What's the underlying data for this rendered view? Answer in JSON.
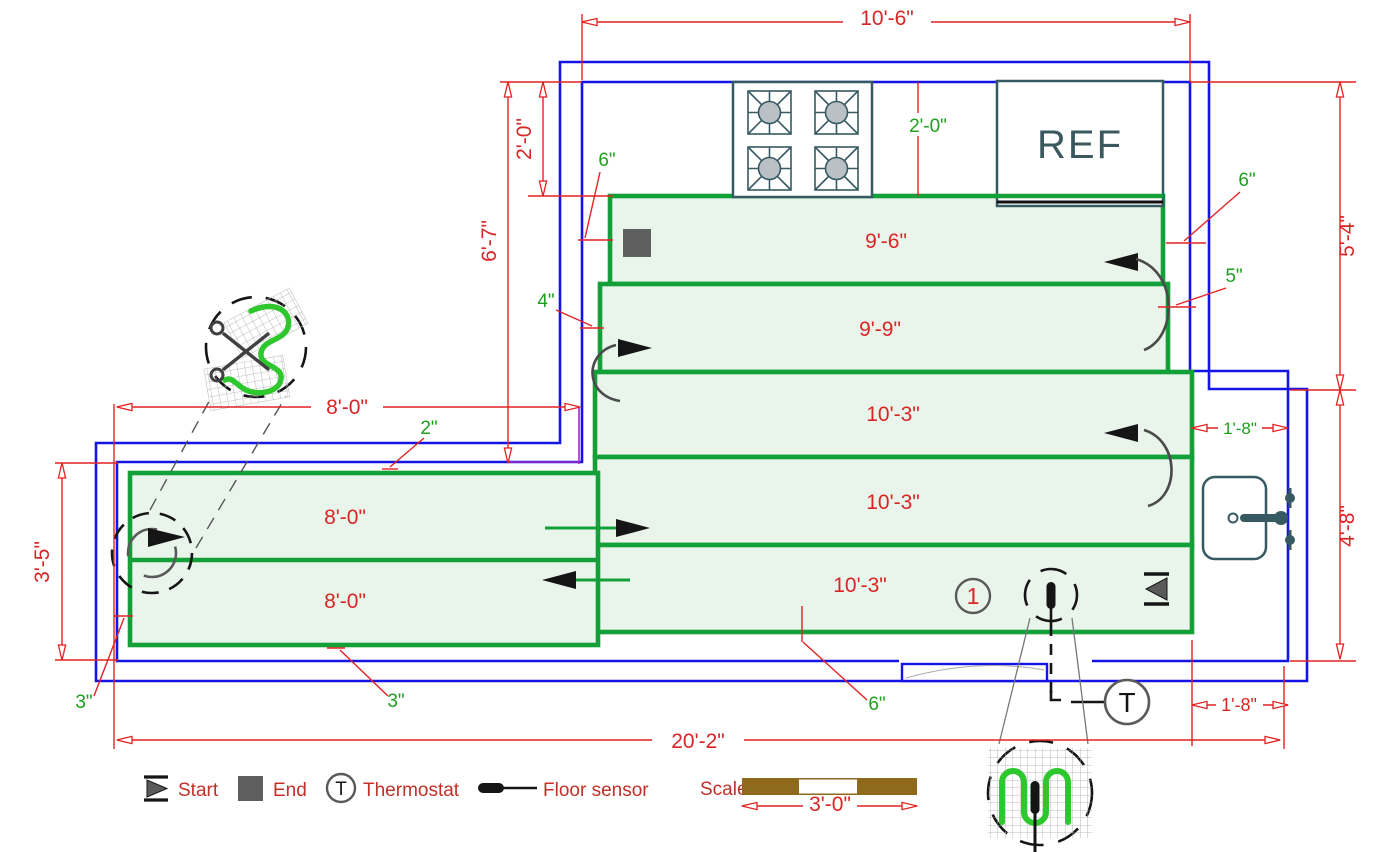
{
  "plan": {
    "appliances": {
      "refrigerator_label": "REF"
    },
    "dimensions": {
      "top_width": "10'-6\"",
      "counter_depth": "2'-0\"",
      "kitchen_height": "6'-7\"",
      "right_upper_height": "5'-4\"",
      "right_lower_height": "4'-8\"",
      "wing_height": "3'-5\"",
      "wing_width": "8'-0\"",
      "overall_width": "20'-2\"",
      "alcove_width_upper": "1'-8\"",
      "alcove_width_lower": "1'-8\"",
      "counter_gap": "2'-0\""
    },
    "offsets": {
      "row1_left": "6\"",
      "row1_right": "6\"",
      "row2_left": "4\"",
      "row2_right": "5\"",
      "wing_top": "2\"",
      "wing_left": "3\"",
      "wing_bottom": "3\"",
      "kitchen_bottom": "6\""
    },
    "mat_rows": {
      "kitchen": [
        {
          "label": "9'-6\""
        },
        {
          "label": "9'-9\""
        },
        {
          "label": "10'-3\""
        },
        {
          "label": "10'-3\""
        },
        {
          "label": "10'-3\""
        }
      ],
      "left_wing": [
        {
          "label": "8'-0\""
        },
        {
          "label": "8'-0\""
        }
      ]
    },
    "circuit_number": "1",
    "thermostat_symbol": "T"
  },
  "legend": {
    "start_label": "Start",
    "end_label": "End",
    "thermostat_label": "Thermostat",
    "thermostat_symbol": "T",
    "floor_sensor_label": "Floor sensor"
  },
  "scale_bar": {
    "label": "Scale",
    "length": "3'-0\""
  },
  "colors": {
    "wall": "#1414E6",
    "mat_border": "#14A038",
    "mat_fill": "#E9F4EB",
    "dimension": "#E32222",
    "dimension_text": "#D92525",
    "offset_text": "#1F9E1F",
    "appliance": "#375A62",
    "legend_text": "#C23028",
    "scale_bar": "#8F6A1C",
    "cable": "#2EC82E",
    "end_marker": "#5F5F5F"
  }
}
